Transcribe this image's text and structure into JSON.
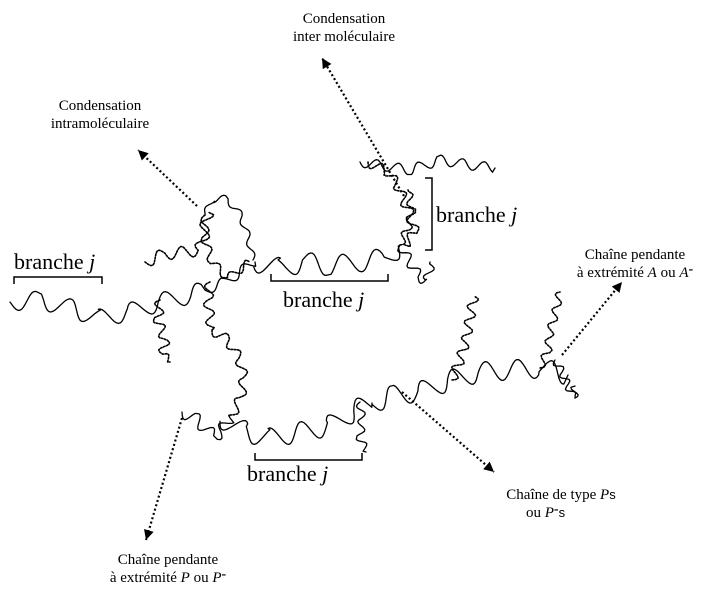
{
  "labels": {
    "condensation_inter": {
      "line1": "Condensation",
      "line2": "inter moléculaire"
    },
    "condensation_intra": {
      "line1": "Condensation",
      "line2": "intramoléculaire"
    },
    "branche": {
      "word": "branche",
      "var": "j"
    },
    "chaine_A": {
      "line1": "Chaîne pendante",
      "line2_prefix": "à extrémité ",
      "var": "A",
      "ou": " ou ",
      "var2": "A",
      "bar": "-"
    },
    "chaine_P": {
      "line1": "Chaîne pendante",
      "line2_prefix": "à extrémité ",
      "var": "P",
      "ou": " ou ",
      "var2": "P",
      "bar": "-"
    },
    "chaine_Ps": {
      "line1_prefix": "Chaîne de type ",
      "var": "P",
      "sub": "s",
      "ou": "ou ",
      "var2": "P",
      "bar": "-",
      "sub2": "s"
    }
  },
  "colors": {
    "ink": "#000000"
  }
}
